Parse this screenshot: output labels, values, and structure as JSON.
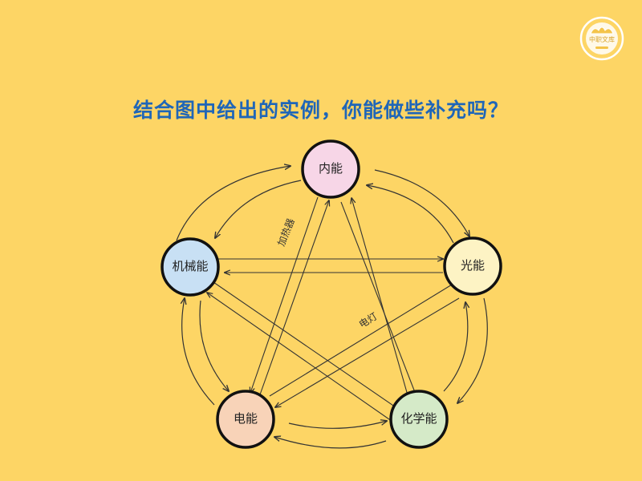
{
  "slide": {
    "question": "结合图中给出的实例，你能做些补充吗？",
    "logo_text": "中职文库"
  },
  "diagram": {
    "nodes": [
      {
        "id": "internal",
        "label": "内能",
        "color": "#f7d6e7"
      },
      {
        "id": "light",
        "label": "光能",
        "color": "#fdf3c4"
      },
      {
        "id": "chemical",
        "label": "化学能",
        "color": "#d5eac8"
      },
      {
        "id": "electric",
        "label": "电能",
        "color": "#f8d3b8"
      },
      {
        "id": "mechanical",
        "label": "机械能",
        "color": "#c8e0f4"
      }
    ],
    "annotations": {
      "heater": "加热器",
      "lamp": "电灯"
    }
  }
}
